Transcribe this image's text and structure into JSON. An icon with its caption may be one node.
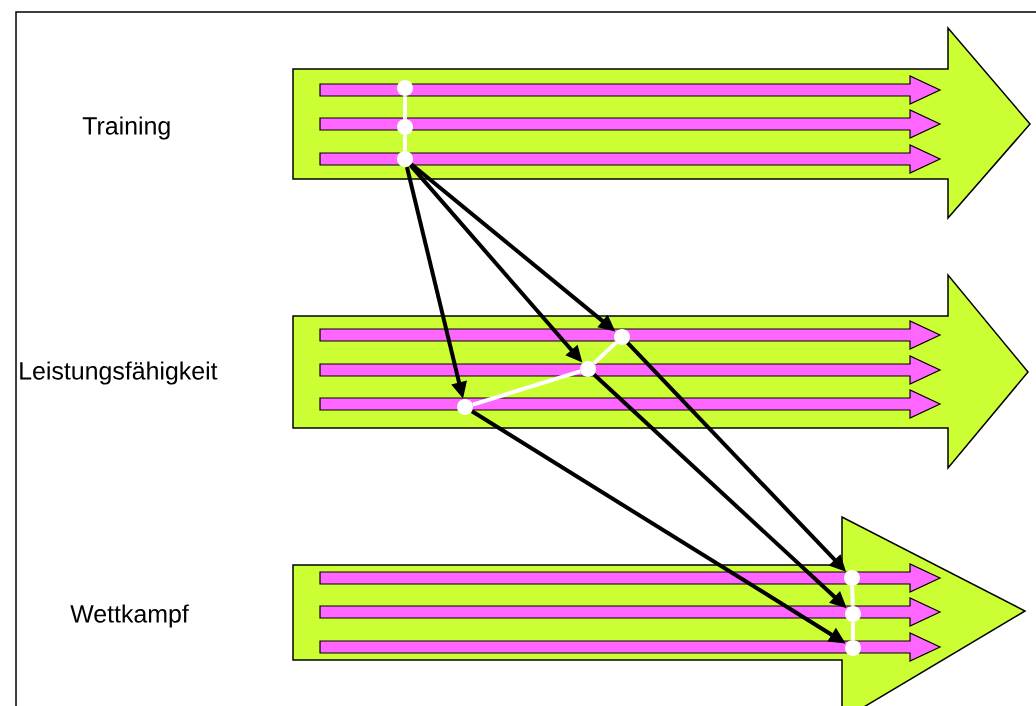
{
  "diagram": {
    "nodes": [
      {
        "text": [
          "Training"
        ]
      },
      {
        "text": [
          "Leistungsfähigkeit"
        ]
      },
      {
        "text": [
          "Wettkampf"
        ]
      },
      {
        "text": [],
        "shape": "arrow",
        "in": 0
      },
      {
        "text": [],
        "shape": "arrow",
        "in": 0
      },
      {
        "text": [],
        "shape": "arrow",
        "in": 0
      },
      {
        "text": [],
        "shape": "arrow",
        "in": 1
      },
      {
        "text": [],
        "shape": "arrow",
        "in": 1
      },
      {
        "text": [],
        "shape": "arrow",
        "in": 1
      },
      {
        "text": [],
        "shape": "arrow",
        "in": 2
      },
      {
        "text": [],
        "shape": "arrow",
        "in": 2
      },
      {
        "text": [],
        "shape": "arrow",
        "in": 2
      },
      {
        "text": [],
        "shape": "circle",
        "in": 3
      },
      {
        "text": [],
        "shape": "circle",
        "in": 4
      },
      {
        "text": [],
        "shape": "circle",
        "in": 5
      },
      {
        "text": [],
        "shape": "circle",
        "in": 8
      },
      {
        "text": [],
        "shape": "circle",
        "in": 7
      },
      {
        "text": [],
        "shape": "circle",
        "in": 6
      },
      {
        "text": [],
        "shape": "circle",
        "in": 9
      },
      {
        "text": [],
        "shape": "circle",
        "in": 10
      },
      {
        "text": [],
        "shape": "circle",
        "in": 11
      }
    ],
    "edges": [
      {
        "from": 12,
        "to": 13,
        "arrow": "none",
        "color": "#ffffff"
      },
      {
        "from": 13,
        "to": 14,
        "arrow": "none",
        "color": "#ffffff"
      },
      {
        "from": 15,
        "to": 16,
        "arrow": "none",
        "color": "#ffffff"
      },
      {
        "from": 16,
        "to": 17,
        "arrow": "none",
        "color": "#ffffff"
      },
      {
        "from": 18,
        "to": 19,
        "arrow": "none",
        "color": "#ffffff"
      },
      {
        "from": 19,
        "to": 20,
        "arrow": "none",
        "color": "#ffffff"
      },
      {
        "from": 14,
        "to": 15,
        "arrow": "to",
        "color": "#000000"
      },
      {
        "from": 14,
        "to": 16,
        "arrow": "to",
        "color": "#000000"
      },
      {
        "from": 14,
        "to": 17,
        "arrow": "to",
        "color": "#000000"
      },
      {
        "from": 17,
        "to": 18,
        "arrow": "to",
        "color": "#000000"
      },
      {
        "from": 16,
        "to": 19,
        "arrow": "to",
        "color": "#000000"
      },
      {
        "from": 15,
        "to": 20,
        "arrow": "to",
        "color": "#000000"
      }
    ]
  }
}
